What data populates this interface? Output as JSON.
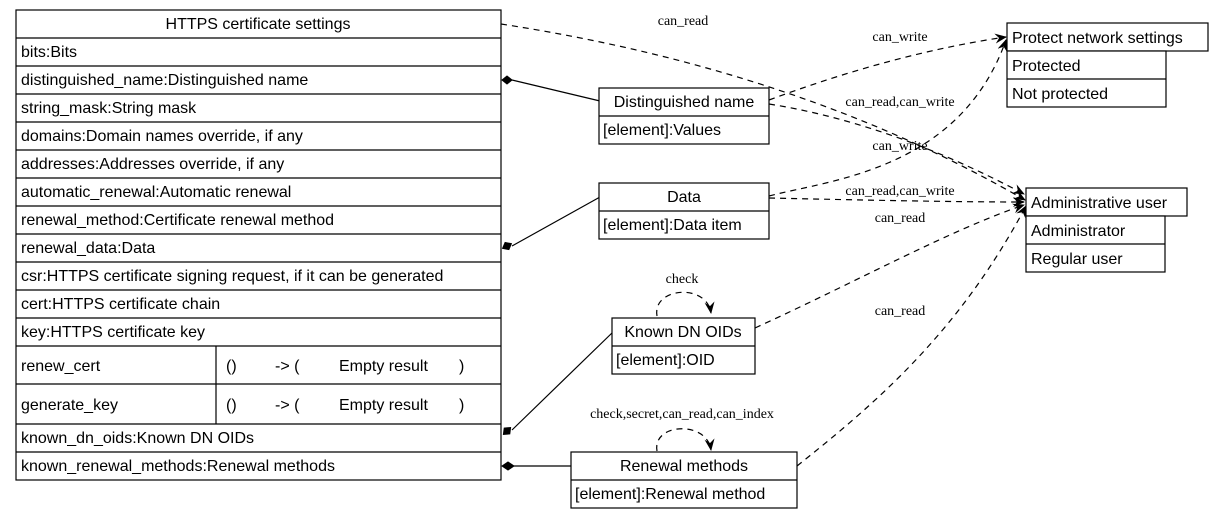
{
  "main_class": {
    "title": "HTTPS certificate settings",
    "fields": [
      "bits:Bits",
      "distinguished_name:Distinguished name",
      "string_mask:String mask",
      "domains:Domain names override, if any",
      "addresses:Addresses override, if any",
      "automatic_renewal:Automatic renewal",
      "renewal_method:Certificate renewal method",
      "renewal_data:Data",
      "csr:HTTPS certificate signing request, if it can be generated",
      "cert:HTTPS certificate chain",
      "key:HTTPS certificate key"
    ],
    "methods": [
      {
        "name": "renew_cert",
        "args": "()",
        "arrow": "-> (",
        "result": "Empty result",
        "close": ")"
      },
      {
        "name": "generate_key",
        "args": "()",
        "arrow": "-> (",
        "result": "Empty result",
        "close": ")"
      }
    ],
    "tail_fields": [
      "known_dn_oids:Known DN OIDs",
      "known_renewal_methods:Renewal methods"
    ]
  },
  "entities": {
    "distinguished_name": {
      "title": "Distinguished name",
      "rows": [
        "[element]:Values"
      ]
    },
    "data": {
      "title": "Data",
      "rows": [
        "[element]:Data item"
      ]
    },
    "known_dn_oids": {
      "title": "Known DN OIDs",
      "rows": [
        "[element]:OID"
      ]
    },
    "renewal_methods": {
      "title": "Renewal methods",
      "rows": [
        "[element]:Renewal method"
      ]
    },
    "protect_network_settings": {
      "title": "Protect network settings",
      "rows": [
        "Protected",
        "Not protected"
      ]
    },
    "administrative_user": {
      "title": "Administrative user",
      "rows": [
        "Administrator",
        "Regular user"
      ]
    }
  },
  "edge_labels": {
    "main_to_admin": "can_read",
    "dn_write": "can_write",
    "dn_read_write": "can_read,can_write",
    "data_write": "can_write",
    "data_read_write": "can_read,can_write",
    "data_read": "can_read",
    "oids_self": "check",
    "renewal_read": "can_read",
    "renewal_self": "check,secret,can_read,can_index"
  }
}
